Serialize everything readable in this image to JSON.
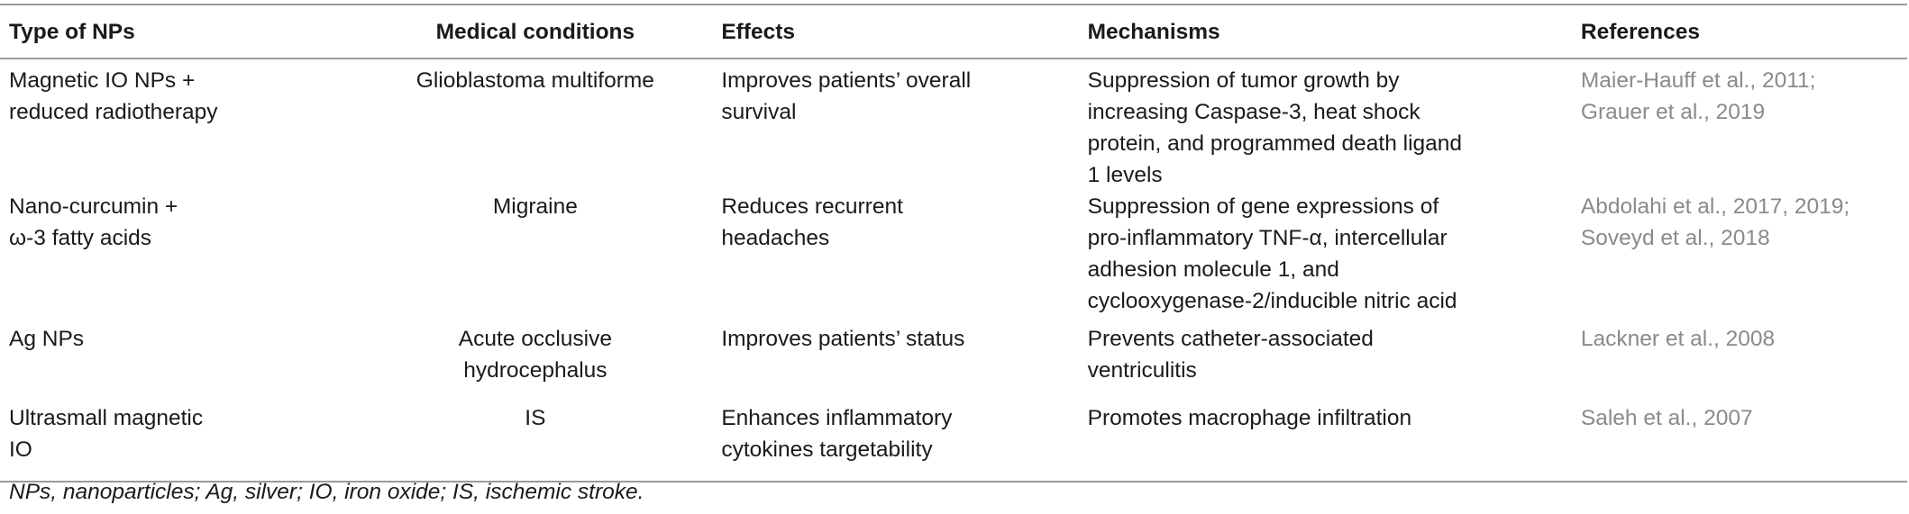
{
  "table": {
    "headers": [
      "Type of NPs",
      "Medical conditions",
      "Effects",
      "Mechanisms",
      "References"
    ],
    "rows": [
      {
        "type": "Magnetic IO NPs +\nreduced radiotherapy",
        "condition": "Glioblastoma multiforme",
        "effects": "Improves patients’ overall\nsurvival",
        "mechanisms": "Suppression of tumor growth by\nincreasing Caspase-3, heat shock\nprotein, and programmed death ligand\n1 levels",
        "references": "Maier-Hauff et al., 2011;\nGrauer et al., 2019"
      },
      {
        "type": "Nano-curcumin +\nω-3 fatty acids",
        "condition": "Migraine",
        "effects": "Reduces recurrent\nheadaches",
        "mechanisms": "Suppression of gene expressions of\npro-inflammatory TNF-α, intercellular\nadhesion molecule 1, and\ncyclooxygenase-2/inducible nitric acid",
        "references": "Abdolahi et al., 2017, 2019;\nSoveyd et al., 2018"
      },
      {
        "type": "Ag NPs",
        "condition": "Acute occlusive\nhydrocephalus",
        "effects": "Improves patients’ status",
        "mechanisms": "Prevents catheter-associated\nventriculitis",
        "references": "Lackner et al., 2008"
      },
      {
        "type": "Ultrasmall magnetic\nIO",
        "condition": "IS",
        "effects": "Enhances inflammatory\ncytokines targetability",
        "mechanisms": "Promotes macrophage infiltration",
        "references": "Saleh et al., 2007"
      }
    ]
  },
  "footnote": "NPs, nanoparticles; Ag, silver; IO, iron oxide; IS, ischemic stroke."
}
